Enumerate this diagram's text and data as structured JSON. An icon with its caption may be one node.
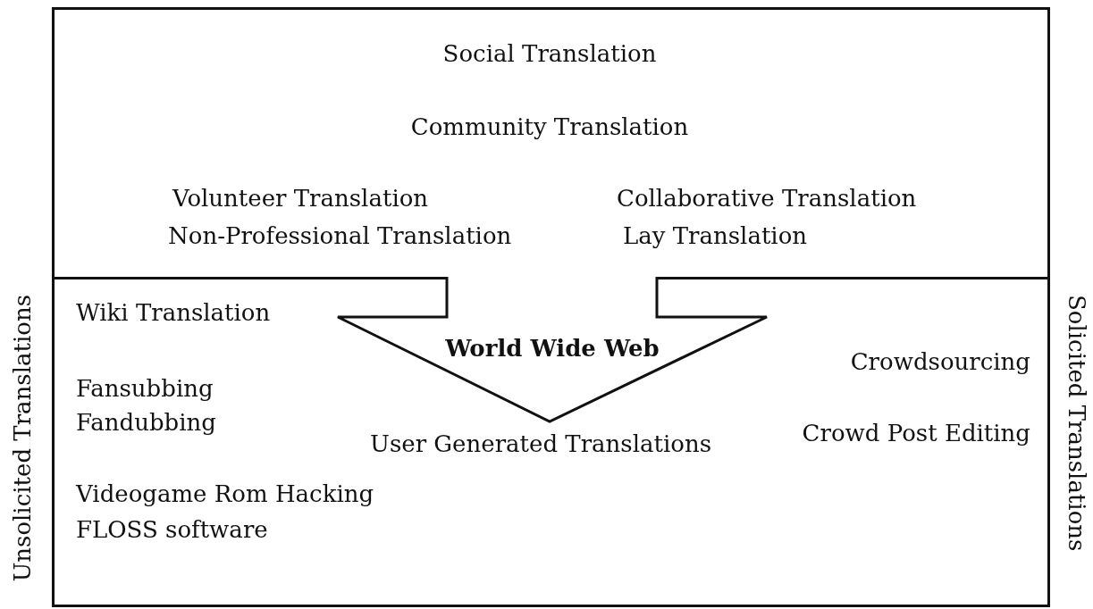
{
  "diagram": {
    "nodes": [
      {
        "text": [
          "Social Translation",
          "Community Translation",
          "Volunteer Translation",
          "Non-Professional Translation",
          "Collaborative Translation",
          "Lay Translation"
        ]
      },
      {
        "text": [
          "Wiki Translation",
          "Fansubbing",
          "Fandubbing",
          "Videogame Rom Hacking",
          "FLOSS software",
          "Crowdsourcing",
          "Crowd Post Editing",
          "User Generated Translations"
        ]
      },
      {
        "text": [
          "World Wide Web"
        ],
        "in": 1
      }
    ],
    "labels": [
      "Unsolicited Translations",
      "Solicited Translations"
    ]
  }
}
